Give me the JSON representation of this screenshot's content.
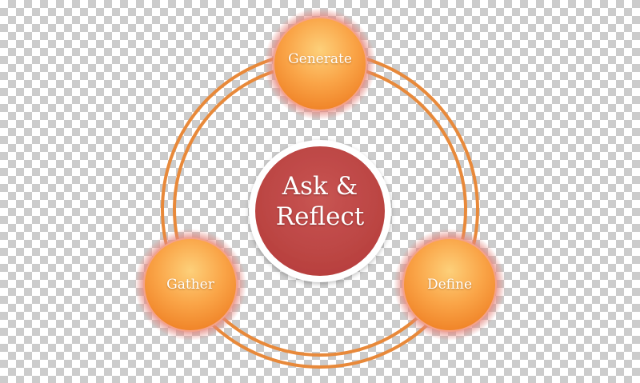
{
  "diagram": {
    "center": {
      "line1": "Ask &",
      "line2": "Reflect"
    },
    "nodes": {
      "generate": "Generate",
      "gather": "Gather",
      "define": "Define"
    }
  },
  "colors": {
    "ring": "#e8893a",
    "node_fill_light": "#fdd07a",
    "node_fill_dark": "#f58a2c",
    "node_glow": "#e5877f",
    "center_fill": "#c24b48",
    "center_border": "#ffffff"
  }
}
